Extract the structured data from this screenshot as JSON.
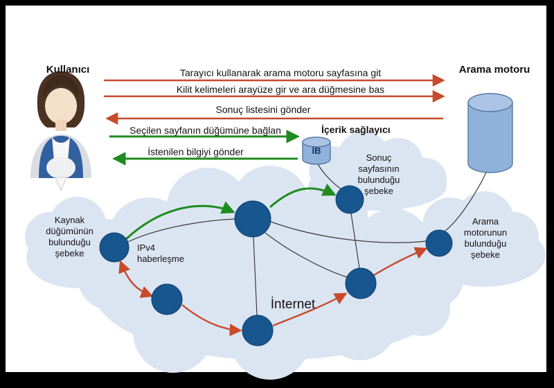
{
  "labels": {
    "user": "Kullanıcı",
    "search_engine": "Arama motoru",
    "content_provider": "İçerik sağlayıcı",
    "content_db": "İB",
    "internet": "İnternet",
    "source_network": "Kaynak\ndüğümünün\nbulunduğu\nşebeke",
    "ipv4": "IPv4\nhaberleşme",
    "result_network": "Sonuç\nsayfasının\nbulunduğu\nşebeke",
    "engine_network": "Arama\nmotorunun\nbulunduğu\nşebeke"
  },
  "messages": [
    {
      "label": "Tarayıcı kullanarak arama motoru sayfasına git",
      "color": "red",
      "direction": "right"
    },
    {
      "label": "Kilit kelimeleri arayüze gir ve ara düğmesine bas",
      "color": "red",
      "direction": "right"
    },
    {
      "label": "Sonuç listesini gönder",
      "color": "red",
      "direction": "left"
    },
    {
      "label": "Seçilen sayfanın düğümüne bağlan",
      "color": "green",
      "direction": "right"
    },
    {
      "label": "İstenilen bilgiyi gönder",
      "color": "green",
      "direction": "left"
    }
  ],
  "colors": {
    "request": "#c64a2b",
    "transfer": "#1f8b1f",
    "node": "#17568f",
    "cloud": "#dbe5f2",
    "cylinder": "#8fb1da"
  }
}
